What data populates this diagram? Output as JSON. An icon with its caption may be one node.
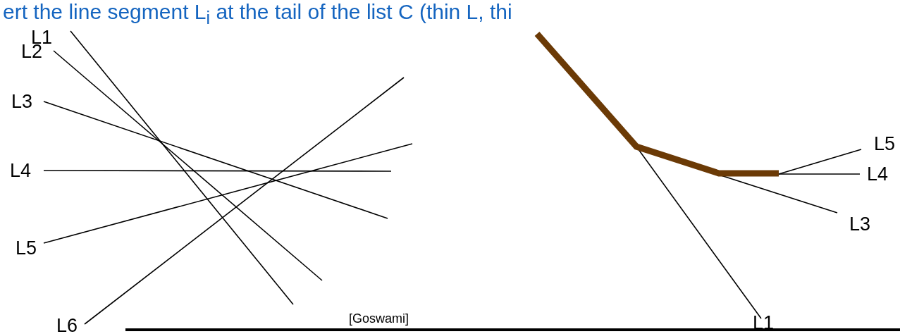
{
  "diagram": {
    "title": "ert the line segment L$_{i}$ at the tail of the list C (thin L, thi",
    "labels": [
      "L1",
      "L2",
      "L3",
      "L4",
      "L5",
      "L6",
      "[Goswami]",
      "L1",
      "L5",
      "L4",
      "L3"
    ]
  }
}
